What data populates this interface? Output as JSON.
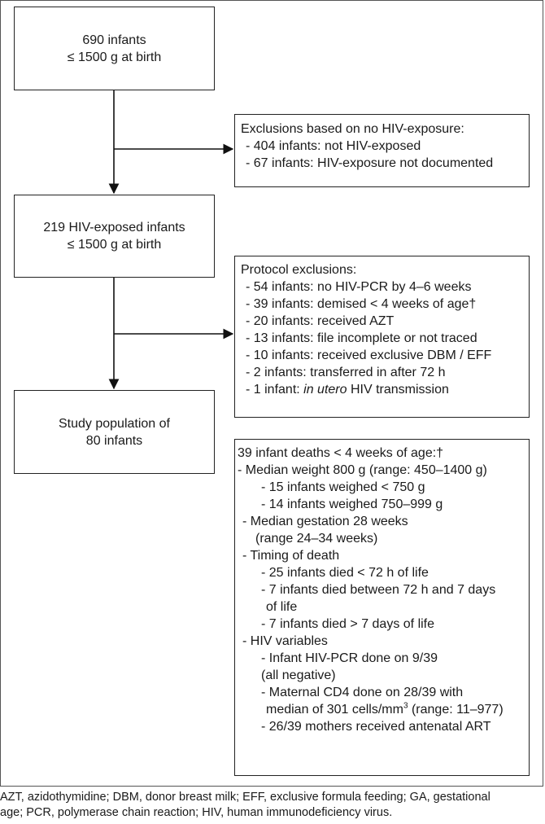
{
  "boxes": {
    "start": [
      "690 infants",
      "≤ 1500 g at birth"
    ],
    "exposed": [
      "219 HIV-exposed infants",
      "≤ 1500 g at birth"
    ],
    "study": [
      "Study population of",
      "80 infants"
    ]
  },
  "exclusions_no_exposure": {
    "title": "Exclusions based on no HIV-exposure:",
    "items": [
      "- 404 infants: not HIV-exposed",
      "- 67 infants: HIV-exposure not documented"
    ]
  },
  "protocol_exclusions": {
    "title": "Protocol exclusions:",
    "items": [
      "- 54 infants: no HIV-PCR by 4–6 weeks",
      "- 39 infants: demised < 4 weeks of age†",
      "- 20 infants: received AZT",
      "- 13 infants: file incomplete or not traced",
      "- 10 infants: received exclusive DBM / EFF",
      "- 2 infants: transferred in after 72 h"
    ],
    "utero": {
      "prefix": "- 1 infant: ",
      "italic": "in utero",
      "suffix": " HIV transmission"
    }
  },
  "deaths": {
    "title": "39 infant deaths < 4 weeks of age:†",
    "weight": "- Median weight 800 g (range: 450–1400 g)",
    "weight_items": [
      "- 15 infants weighed < 750 g",
      "- 14 infants weighed 750–999 g"
    ],
    "gestation": [
      "- Median gestation 28 weeks",
      "(range 24–34 weeks)"
    ],
    "timing_title": "- Timing of death",
    "timing_items": [
      "- 25 infants died < 72 h of life",
      "- 7 infants died between 72 h and 7 days",
      "of life",
      "- 7 infants died > 7 days of life"
    ],
    "hiv_title": "- HIV variables",
    "hiv_pcr": [
      "- Infant HIV-PCR done on 9/39",
      "(all negative)"
    ],
    "cd4_line1": "- Maternal CD4 done on 28/39 with",
    "cd4_pre": "median of 301 cells/mm",
    "cd4_sup": "3",
    "cd4_post": " (range: 11–977)",
    "art": "- 26/39 mothers received antenatal ART"
  },
  "footnote": [
    "AZT, azidothymidine; DBM, donor breast milk; EFF, exclusive formula feeding; GA, gestational",
    "age; PCR, polymerase chain reaction; HIV, human immunodeficiency virus."
  ]
}
